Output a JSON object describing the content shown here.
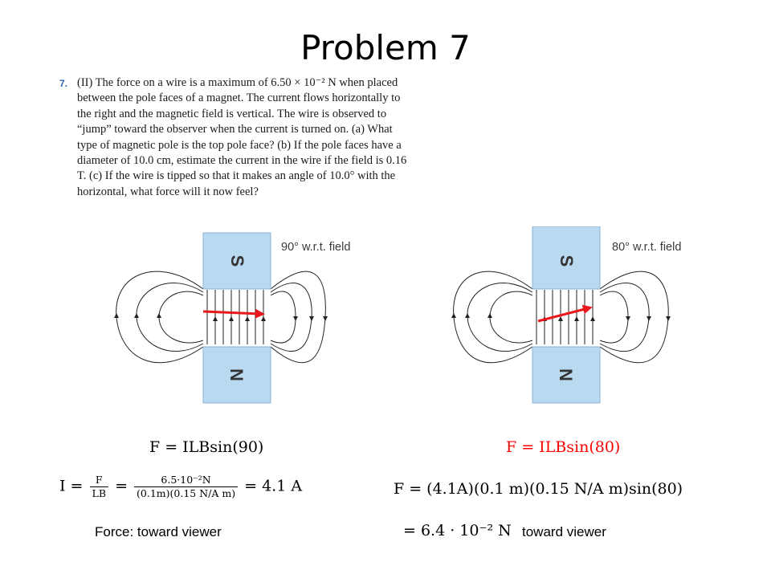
{
  "title": "Problem 7",
  "problem": {
    "number": "7.",
    "text": "(II) The force on a wire is a maximum of 6.50 × 10⁻² N when placed between the pole faces of a magnet. The current flows horizontally to the right and the magnetic field is vertical. The wire is observed to “jump” toward the observer when the current is turned on. (a) What type of magnetic pole is the top pole face? (b) If the pole faces have a diameter of 10.0 cm, estimate the current in the wire if the field is 0.16 T. (c) If the wire is tipped so that it makes an angle of 10.0° with the horizontal, what force will it now feel?"
  },
  "figures": [
    {
      "caption": "90° w.r.t. field",
      "top_pole": "S",
      "bottom_pole": "N",
      "wire_angle_deg": 0
    },
    {
      "caption": "80° w.r.t. field",
      "top_pole": "S",
      "bottom_pole": "N",
      "wire_angle_deg": 10
    }
  ],
  "left_solution": {
    "formula": "F = ILBsin(90)",
    "current_lhs": "I =",
    "frac1_num": "F",
    "frac1_den": "LB",
    "frac2_num": "6.5·10⁻²N",
    "frac2_den": "(0.1m)(0.15 N/A m)",
    "result": "= 4.1 A",
    "answer": "Force: toward viewer"
  },
  "right_solution": {
    "formula": "F = ILBsin(80)",
    "substitution": "F = (4.1A)(0.1 m)(0.15 N/A m)sin(80)",
    "result": "= 6.4 · 10⁻² N",
    "answer": "toward viewer"
  },
  "colors": {
    "pole": "#b9d9f0",
    "pole_border": "#8ab3d4",
    "wire_arrow": "#e8171b",
    "field_lines": "#222222",
    "highlight": "#ff0000",
    "problem_number": "#2a62b5"
  }
}
